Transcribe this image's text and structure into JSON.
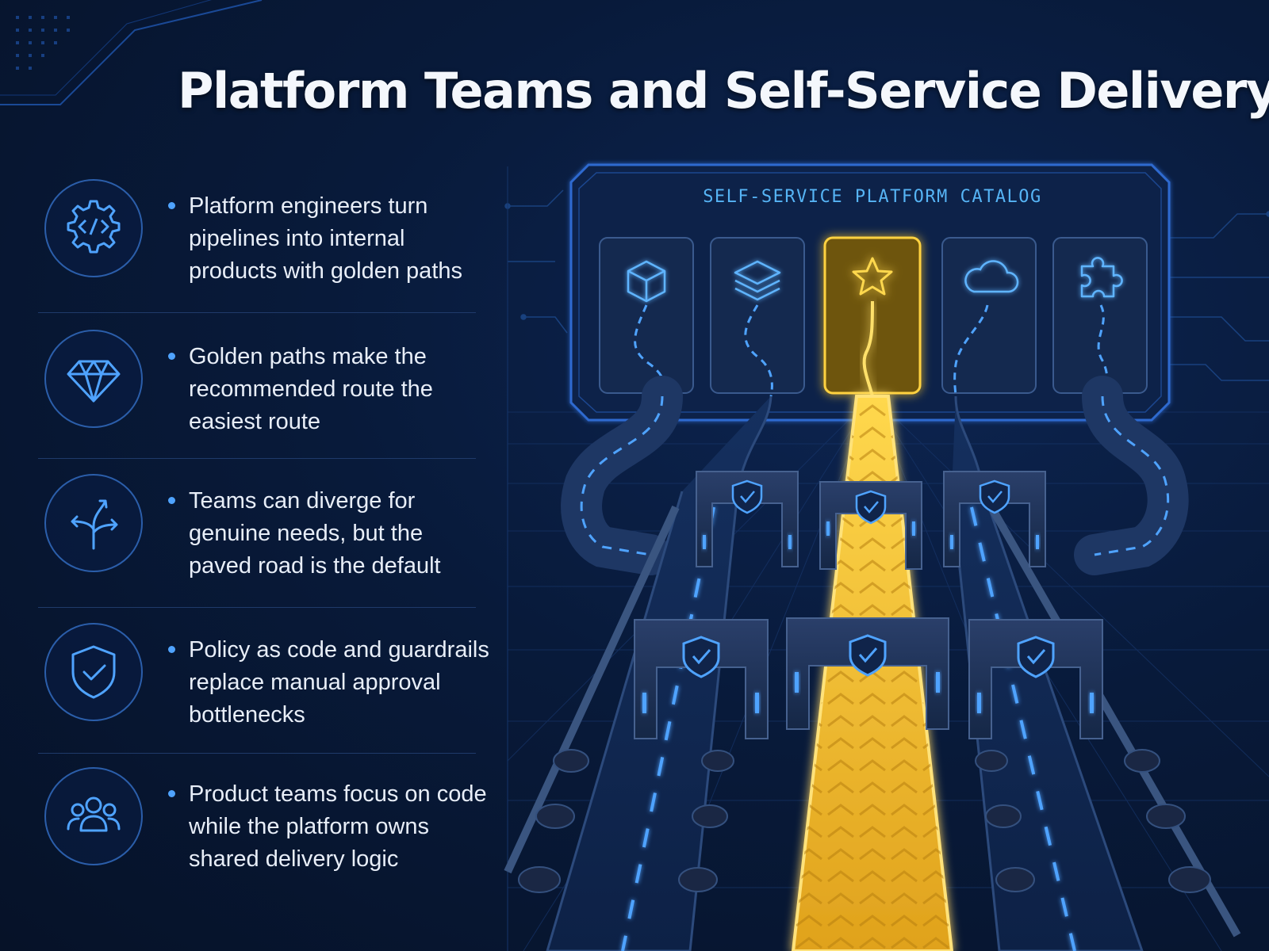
{
  "page": {
    "title": "Platform Teams and Self-Service Delivery"
  },
  "bullets": [
    {
      "icon": "code-gear-icon",
      "lines": [
        "Platform engineers turn",
        "pipelines into internal",
        "products with golden paths"
      ]
    },
    {
      "icon": "diamond-icon",
      "lines": [
        "Golden paths make the",
        "recommended route the",
        "easiest route"
      ]
    },
    {
      "icon": "diverging-arrows-icon",
      "lines": [
        "Teams can diverge for",
        "genuine needs, but the",
        "paved road is the default"
      ]
    },
    {
      "icon": "shield-check-icon",
      "lines": [
        "Policy as code and guardrails",
        "replace manual approval",
        "bottlenecks"
      ]
    },
    {
      "icon": "team-icon",
      "lines": [
        "Product teams focus on code",
        "while the platform owns",
        "shared delivery logic"
      ]
    }
  ],
  "catalog": {
    "title": "SELF-SERVICE PLATFORM CATALOG",
    "tiles": [
      {
        "icon": "cube-icon",
        "highlighted": false
      },
      {
        "icon": "layers-icon",
        "highlighted": false
      },
      {
        "icon": "star-icon",
        "highlighted": true
      },
      {
        "icon": "cloud-icon",
        "highlighted": false
      },
      {
        "icon": "puzzle-icon",
        "highlighted": false
      }
    ]
  },
  "colors": {
    "background": "#07142e",
    "accent_blue": "#4fa3ff",
    "golden_path": "#f5c542",
    "text": "#e8eef8"
  }
}
